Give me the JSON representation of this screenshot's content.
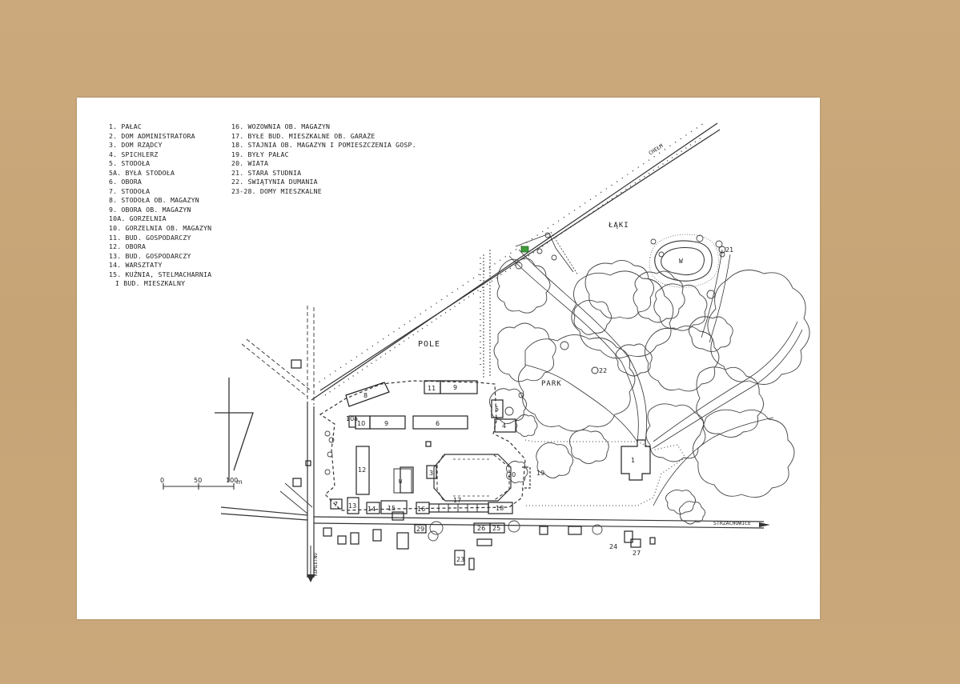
{
  "legend_left": [
    "1. PAŁAC",
    "2. DOM ADMINISTRATORA",
    "3. DOM RZĄDCY",
    "4. SPICHLERZ",
    "5. STODOŁA",
    "5a. BYŁA STODOŁA",
    "6. OBORA",
    "7. STODOŁA",
    "8. STODOŁA ob. MAGAZYN",
    "9. OBORA ob. MAGAZYN",
    "10a. GORZELNIA",
    "10. GORZELNIA ob. MAGAZYN",
    "11. BUD. GOSPODARCZY",
    "12. OBORA",
    "13. BUD. GOSPODARCZY",
    "14. WARSZTATY",
    "15. KUŹNIA, STELMACHARNIA",
    "i BUD. MIESZKALNY"
  ],
  "legend_right": [
    "16. WOZOWNIA ob. MAGAZYN",
    "17. BYŁE BUD. MIESZKALNE ob. GARAŻE",
    "18. STAJNIA ob. MAGAZYN i POMIESZCZENIA GOSP.",
    "19. BYŁY PAŁAC",
    "20. WIATA",
    "21. STARA STUDNIA",
    "22. ŚWIĄTYNIA DUMANIA",
    "23-28. DOMY MIESZKALNE"
  ],
  "map_labels": {
    "road_chelm": "CHEŁM",
    "road_strzachowice": "STRZACHOWICE",
    "road_kumietno": "KUMIETNO",
    "field": "POLE",
    "park": "PARK",
    "meadows": "ŁĄKI",
    "pond_main": "W",
    "pond_yard": "W"
  },
  "building_numbers": {
    "b1": "1",
    "b3": "3",
    "b4": "4",
    "b5": "5",
    "b6": "6",
    "b7": "7",
    "b8": "8",
    "b9a": "9",
    "b9b": "9",
    "b10": "10",
    "b10a": "10a",
    "b11": "11",
    "b12": "12",
    "b13": "13",
    "b14": "14",
    "b15": "15",
    "b16": "16",
    "b17": "17",
    "b18": "18",
    "b19": "19",
    "b20": "20",
    "b21": "21",
    "b22": "22",
    "b23": "23",
    "b24": "24",
    "b25": "25",
    "b26": "26",
    "b27": "27",
    "b29": "29"
  },
  "scale_bar": {
    "labels": [
      "0",
      "50",
      "100"
    ],
    "unit": "m"
  }
}
